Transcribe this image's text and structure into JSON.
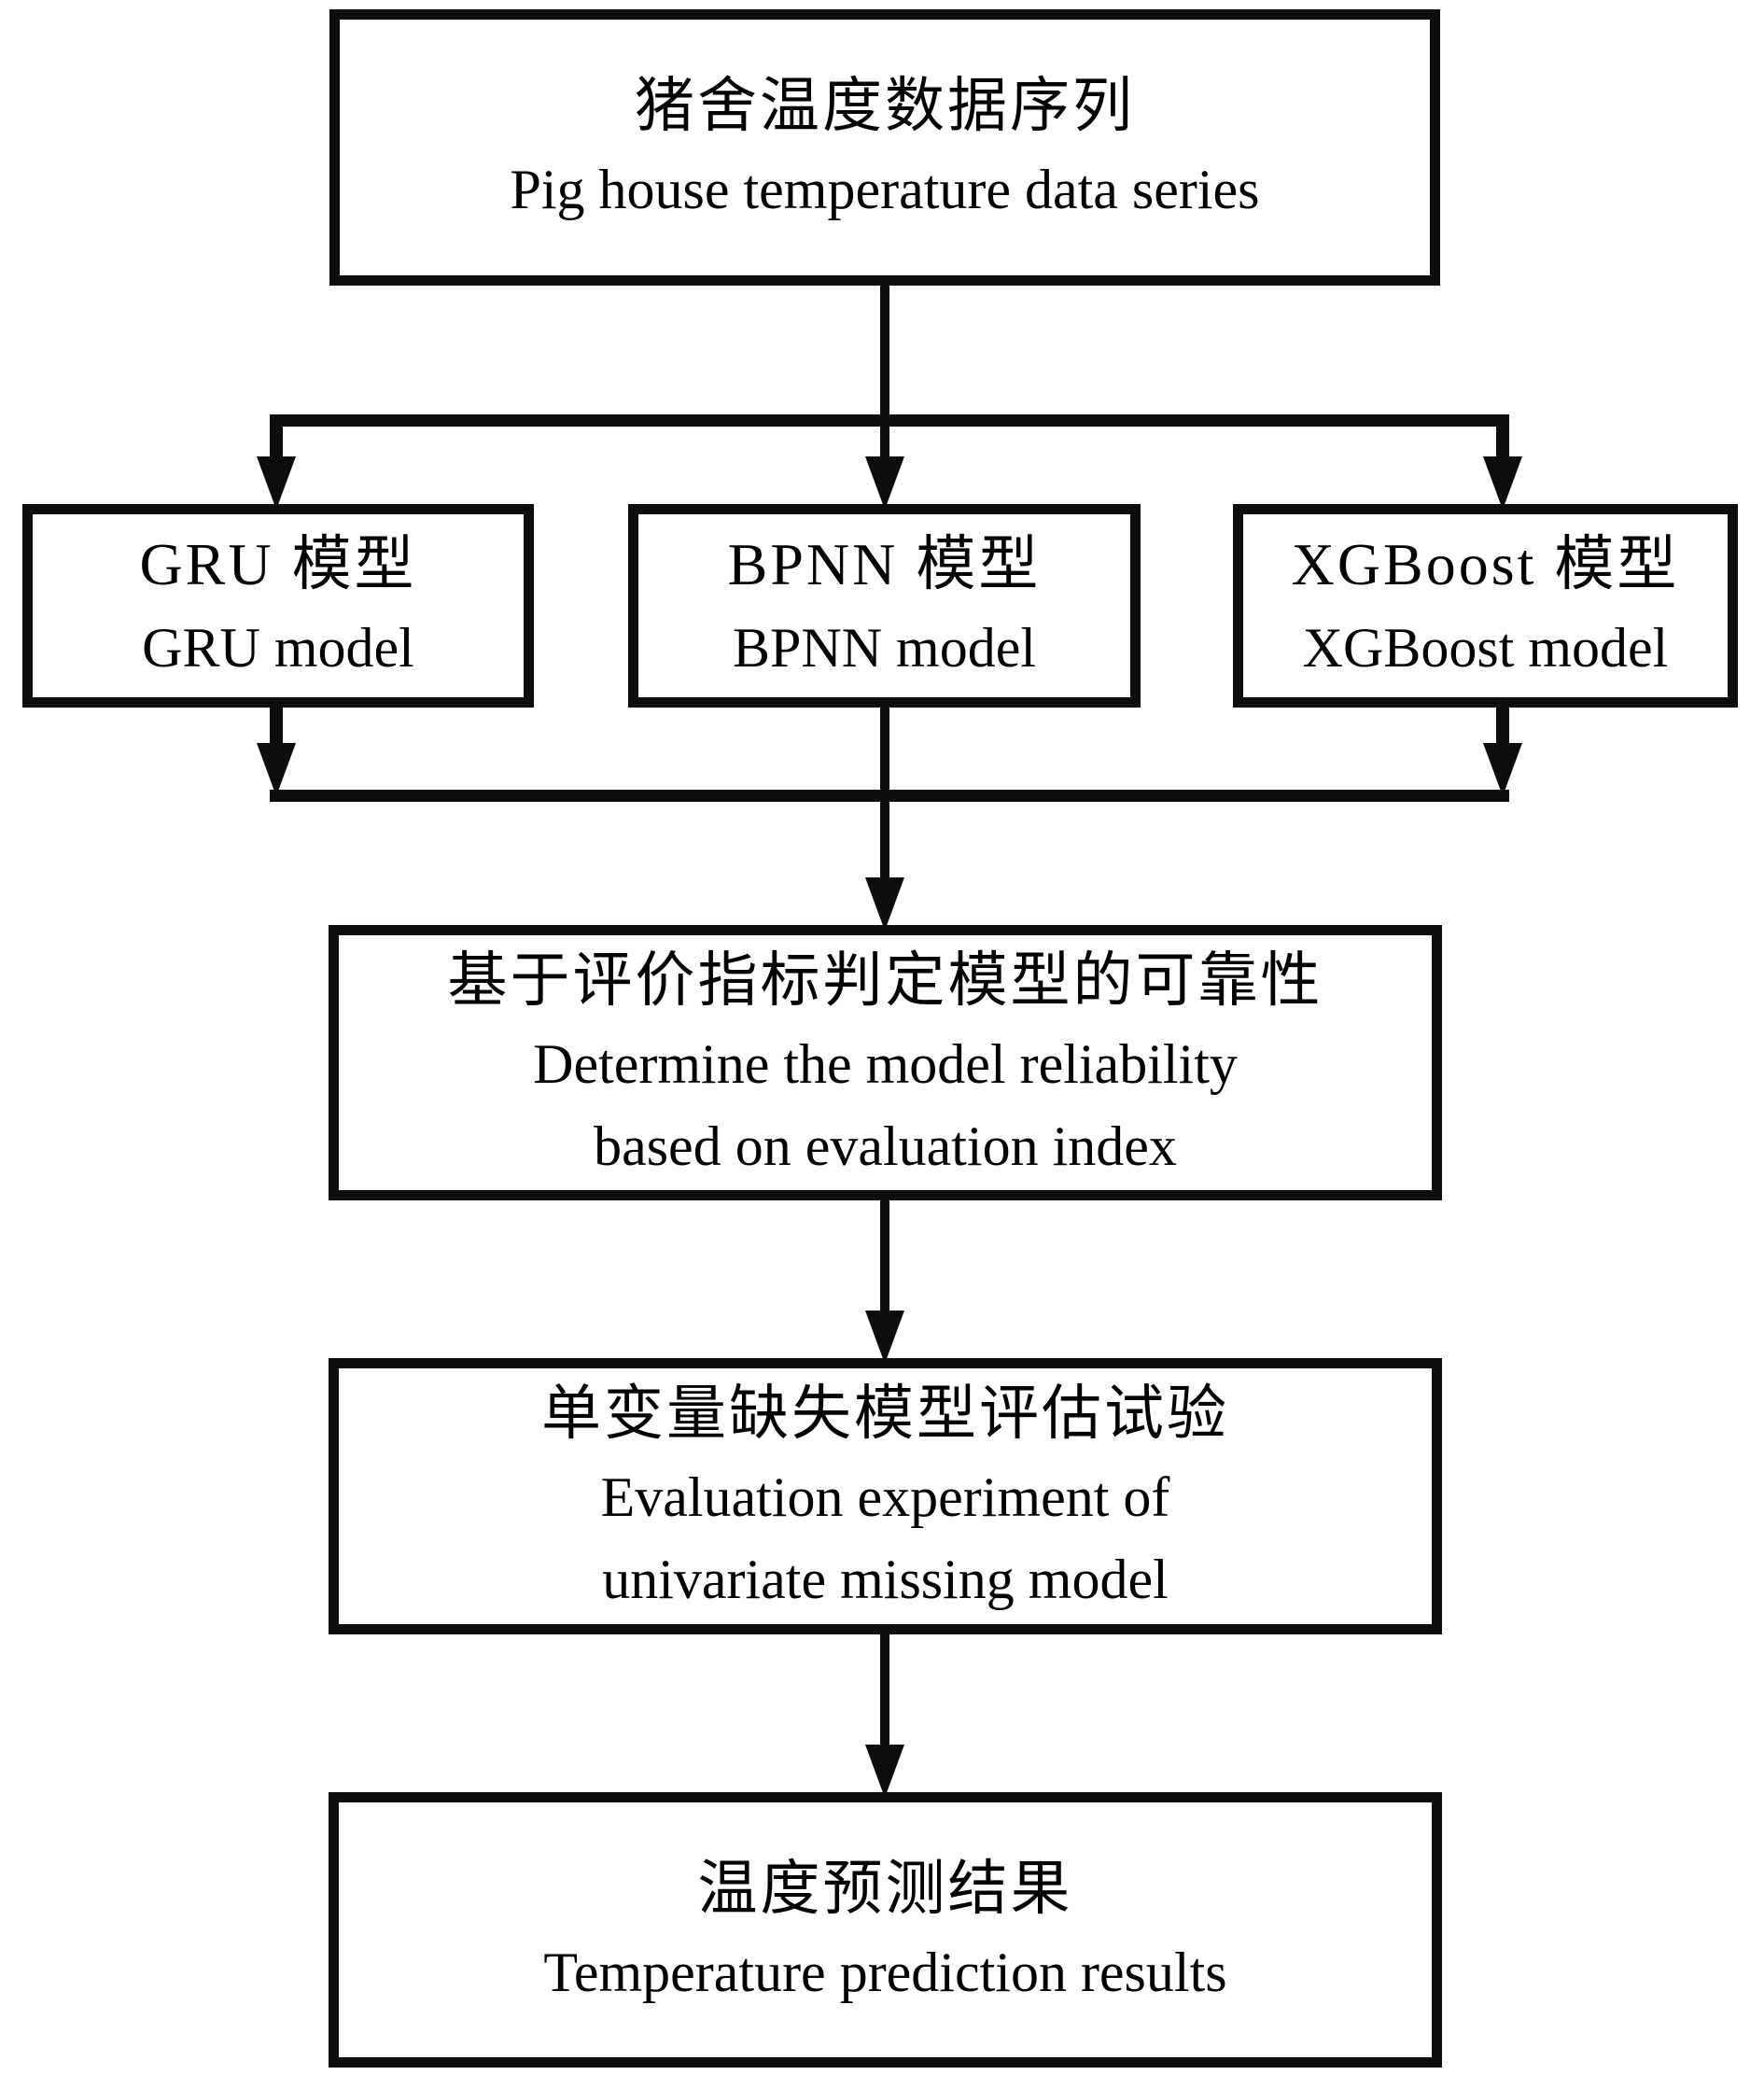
{
  "diagram": {
    "type": "flowchart",
    "language": "zh-en bilingual",
    "colors": {
      "ink": "#0d0d0d",
      "background": "#ffffff",
      "text": "#000000"
    },
    "nodes": {
      "source": {
        "zh": "猪舍温度数据序列",
        "en": "Pig house temperature data series"
      },
      "gru": {
        "zh": "GRU 模型",
        "en": "GRU model"
      },
      "bpnn": {
        "zh": "BPNN 模型",
        "en": "BPNN model"
      },
      "xgboost": {
        "zh": "XGBoost 模型",
        "en": "XGBoost model"
      },
      "reliability": {
        "zh": "基于评价指标判定模型的可靠性",
        "en1": "Determine the model reliability",
        "en2": "based on evaluation index"
      },
      "evaluation": {
        "zh": "单变量缺失模型评估试验",
        "en1": "Evaluation experiment of",
        "en2": "univariate missing model"
      },
      "results": {
        "zh": "温度预测结果",
        "en": "Temperature prediction results"
      }
    },
    "edges": [
      {
        "from": "source",
        "to": "gru"
      },
      {
        "from": "source",
        "to": "bpnn"
      },
      {
        "from": "source",
        "to": "xgboost"
      },
      {
        "from": "gru",
        "to": "reliability"
      },
      {
        "from": "bpnn",
        "to": "reliability"
      },
      {
        "from": "xgboost",
        "to": "reliability"
      },
      {
        "from": "reliability",
        "to": "evaluation"
      },
      {
        "from": "evaluation",
        "to": "results"
      }
    ]
  }
}
